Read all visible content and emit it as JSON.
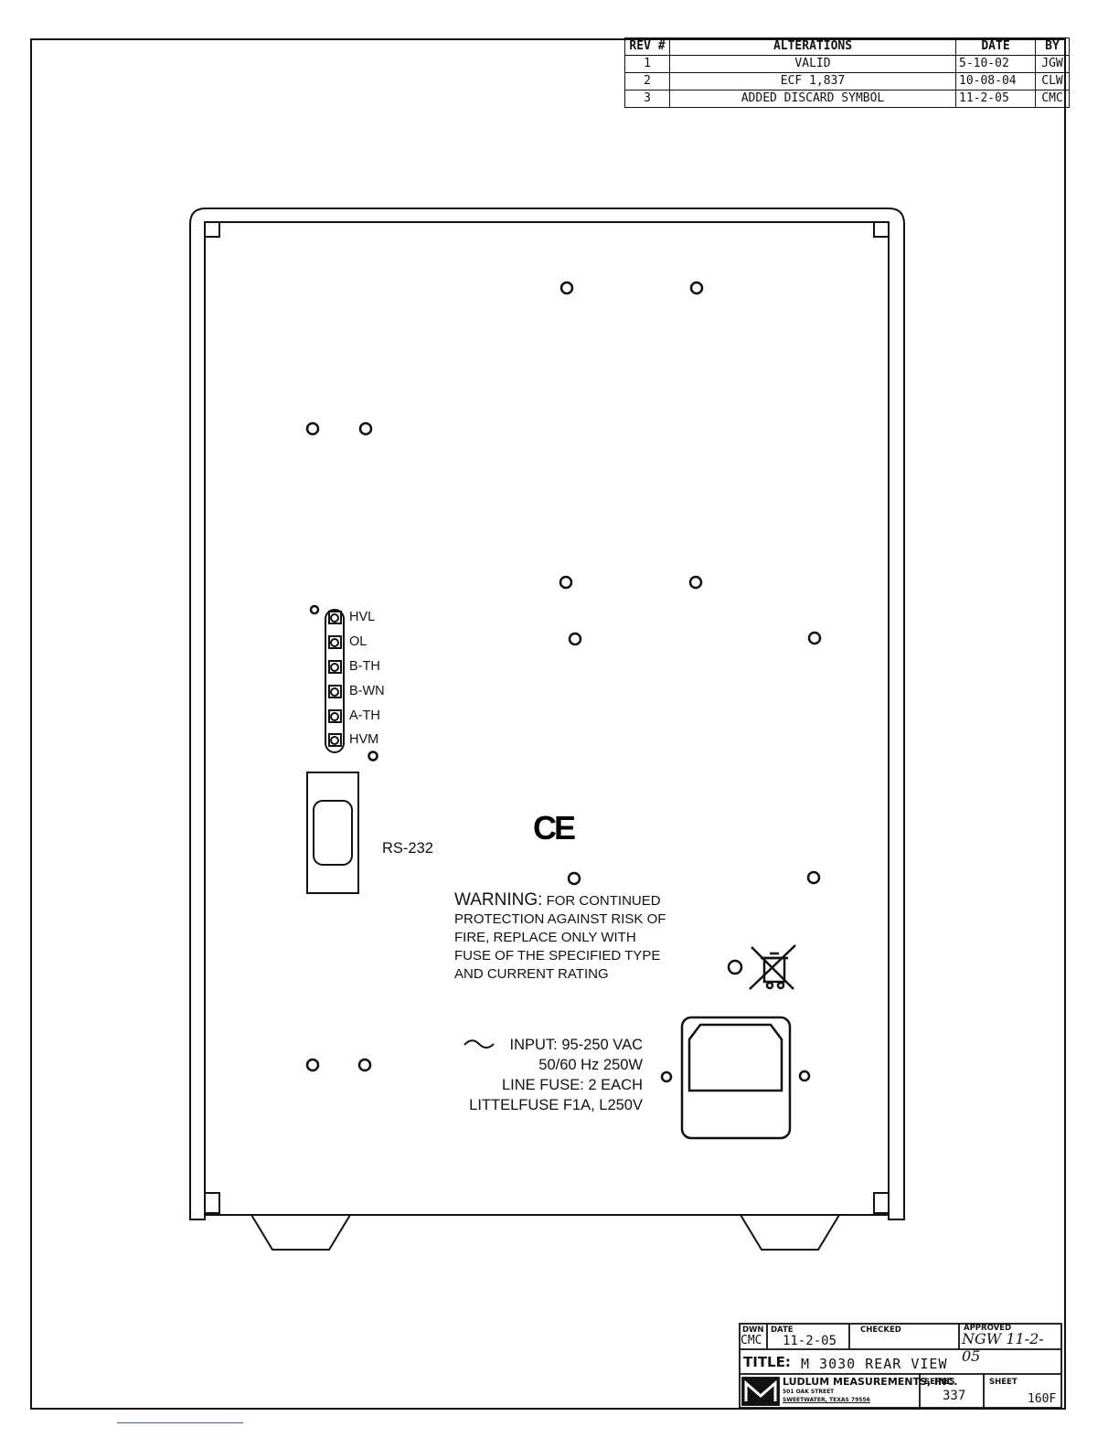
{
  "revision_table": {
    "headers": {
      "rev": "REV #",
      "alterations": "ALTERATIONS",
      "date": "DATE",
      "by": "BY"
    },
    "rows": [
      {
        "rev": "1",
        "alteration": "VALID",
        "date": "5-10-02",
        "by": "JGW"
      },
      {
        "rev": "2",
        "alteration": "ECF 1,837",
        "date": "10-08-04",
        "by": "CLW"
      },
      {
        "rev": "3",
        "alteration": "ADDED DISCARD SYMBOL",
        "date": "11-2-05",
        "by": "CMC"
      }
    ]
  },
  "panel": {
    "terminals": [
      "HVL",
      "OL",
      "B-TH",
      "B-WN",
      "A-TH",
      "HVM"
    ],
    "rs232_label": "RS-232",
    "ce_mark": "CE",
    "warning": {
      "heading": "WARNING:",
      "line1": "FOR CONTINUED",
      "line2": "PROTECTION AGAINST RISK OF",
      "line3": "FIRE, REPLACE ONLY WITH",
      "line4": "FUSE OF THE SPECIFIED TYPE",
      "line5": "AND CURRENT RATING"
    },
    "input": {
      "line1": "INPUT: 95-250 VAC",
      "line2": "50/60 Hz 250W",
      "line3": "LINE FUSE: 2 EACH",
      "line4": "LITTELFUSE F1A, L250V"
    }
  },
  "title_block": {
    "drawn_label": "DWN",
    "drawn_value": "CMC",
    "date_label": "DATE",
    "date_value": "11-2-05",
    "checked_label": "CHECKED",
    "approved_label": "APPROVED",
    "approved_value": "NGW 11-2-05",
    "title_label": "TITLE:",
    "title_value": "M 3030 REAR VIEW",
    "company_name": "LUDLUM MEASUREMENTS, INC.",
    "company_street": "501 OAK STREET",
    "company_city": "SWEETWATER, TEXAS 79556",
    "series_label": "SERIES",
    "series_value": "337",
    "sheet_label": "SHEET",
    "sheet_value": "160F"
  }
}
